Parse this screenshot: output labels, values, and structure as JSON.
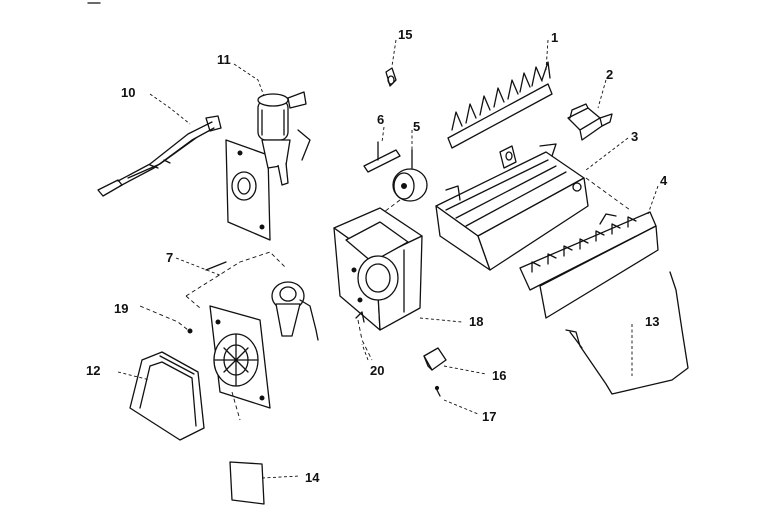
{
  "diagram": {
    "callouts": [
      {
        "id": "c1",
        "text": "1"
      },
      {
        "id": "c2",
        "text": "2"
      },
      {
        "id": "c3",
        "text": "3"
      },
      {
        "id": "c4",
        "text": "4"
      },
      {
        "id": "c5",
        "text": "5"
      },
      {
        "id": "c6",
        "text": "6"
      },
      {
        "id": "c7",
        "text": "7"
      },
      {
        "id": "c10",
        "text": "10"
      },
      {
        "id": "c11",
        "text": "11"
      },
      {
        "id": "c12",
        "text": "12"
      },
      {
        "id": "c13",
        "text": "13"
      },
      {
        "id": "c14",
        "text": "14"
      },
      {
        "id": "c15",
        "text": "15"
      },
      {
        "id": "c16",
        "text": "16"
      },
      {
        "id": "c17",
        "text": "17"
      },
      {
        "id": "c18",
        "text": "18"
      },
      {
        "id": "c19",
        "text": "19"
      },
      {
        "id": "c20",
        "text": "20"
      }
    ]
  }
}
